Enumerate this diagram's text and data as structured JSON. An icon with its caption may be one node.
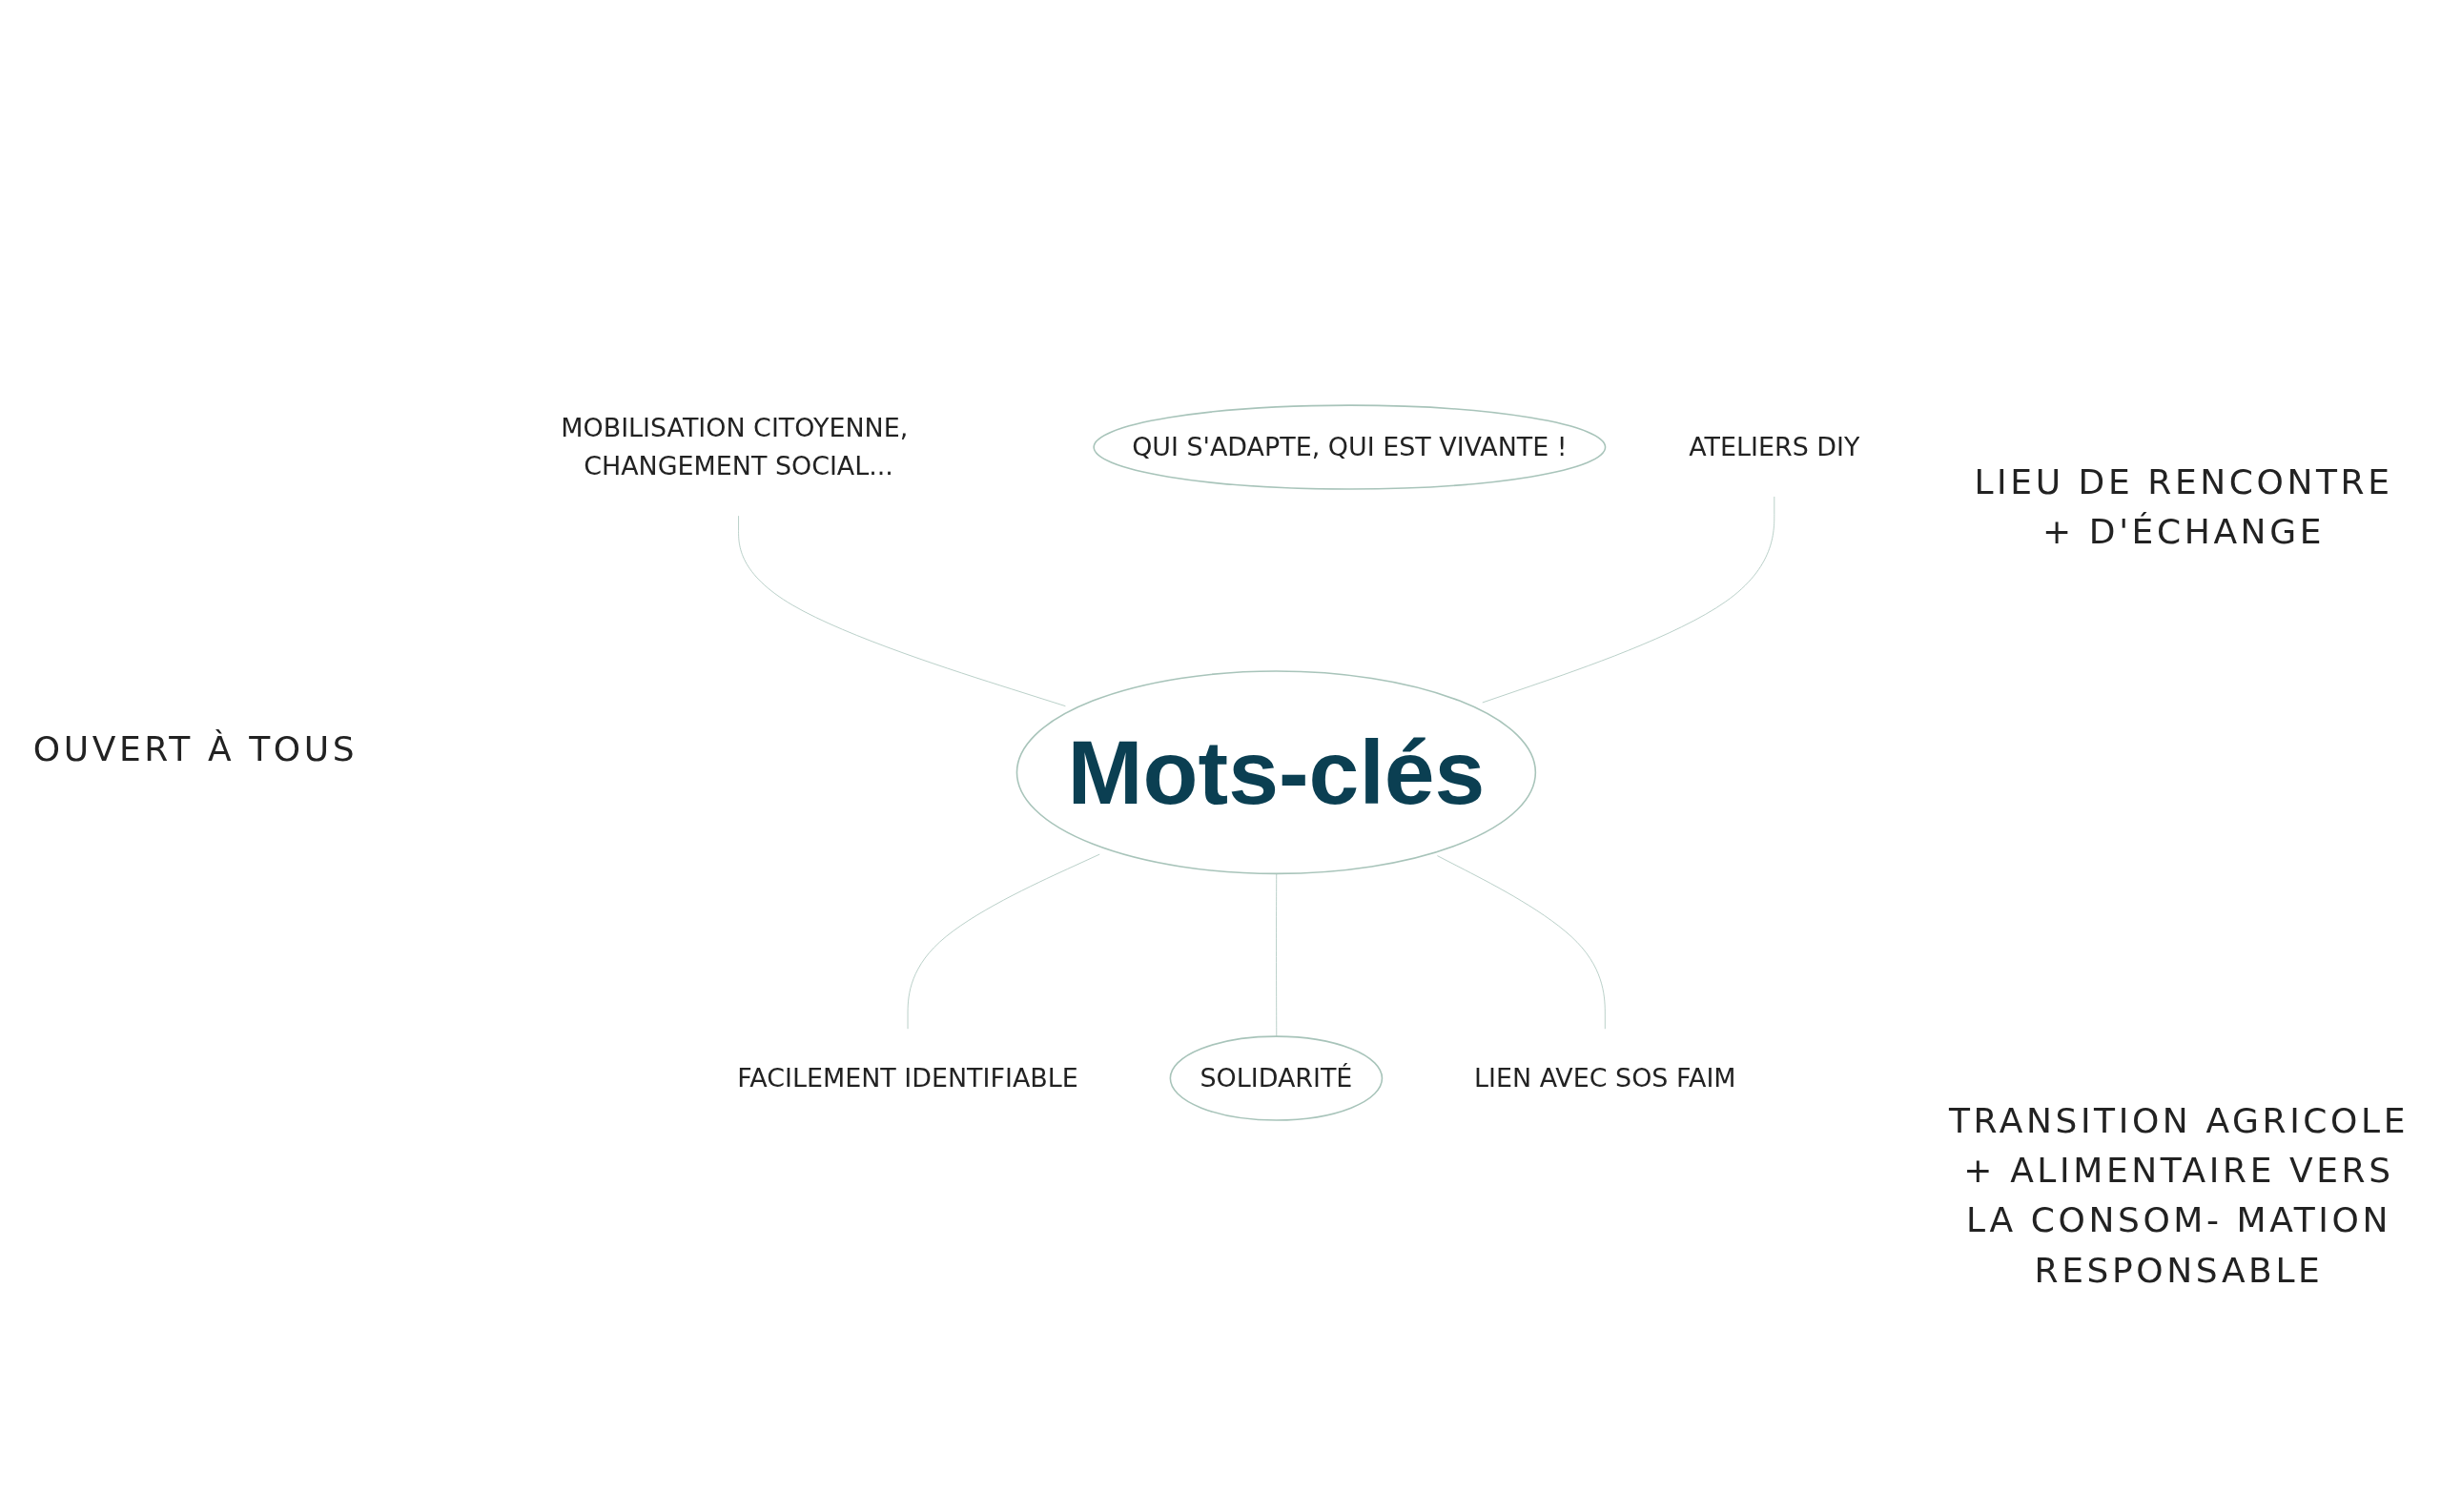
{
  "diagram": {
    "nodes": [
      {
        "text": [
          "MOBILISATION CITOYENNE, CHANGEMENT SOCIAL..."
        ]
      },
      {
        "text": [
          "QUI S'ADAPTE, QUI EST VIVANTE !"
        ]
      },
      {
        "text": [
          "ATELIERS DIY"
        ]
      },
      {
        "text": [
          "Mots-clés"
        ]
      },
      {
        "text": [
          "FACILEMENT IDENTIFIABLE"
        ]
      },
      {
        "text": [
          "SOLIDARITÉ"
        ]
      },
      {
        "text": [
          "LIEN AVEC SOS FAIM"
        ]
      }
    ],
    "edges": [
      {
        "from": 0,
        "to": 3,
        "arrow": "none"
      },
      {
        "from": 2,
        "to": 3,
        "arrow": "none"
      },
      {
        "from": 3,
        "to": 4,
        "arrow": "none"
      },
      {
        "from": 3,
        "to": 5,
        "arrow": "none"
      },
      {
        "from": 3,
        "to": 6,
        "arrow": "none"
      }
    ],
    "labels": [
      "LIEU DE RENCONTRE + D'ÉCHANGE",
      "OUVERT À TOUS",
      "TRANSITION AGRICOLE + ALIMENTAIRE VERS LA CONSOM- MATION RESPONSABLE"
    ]
  }
}
